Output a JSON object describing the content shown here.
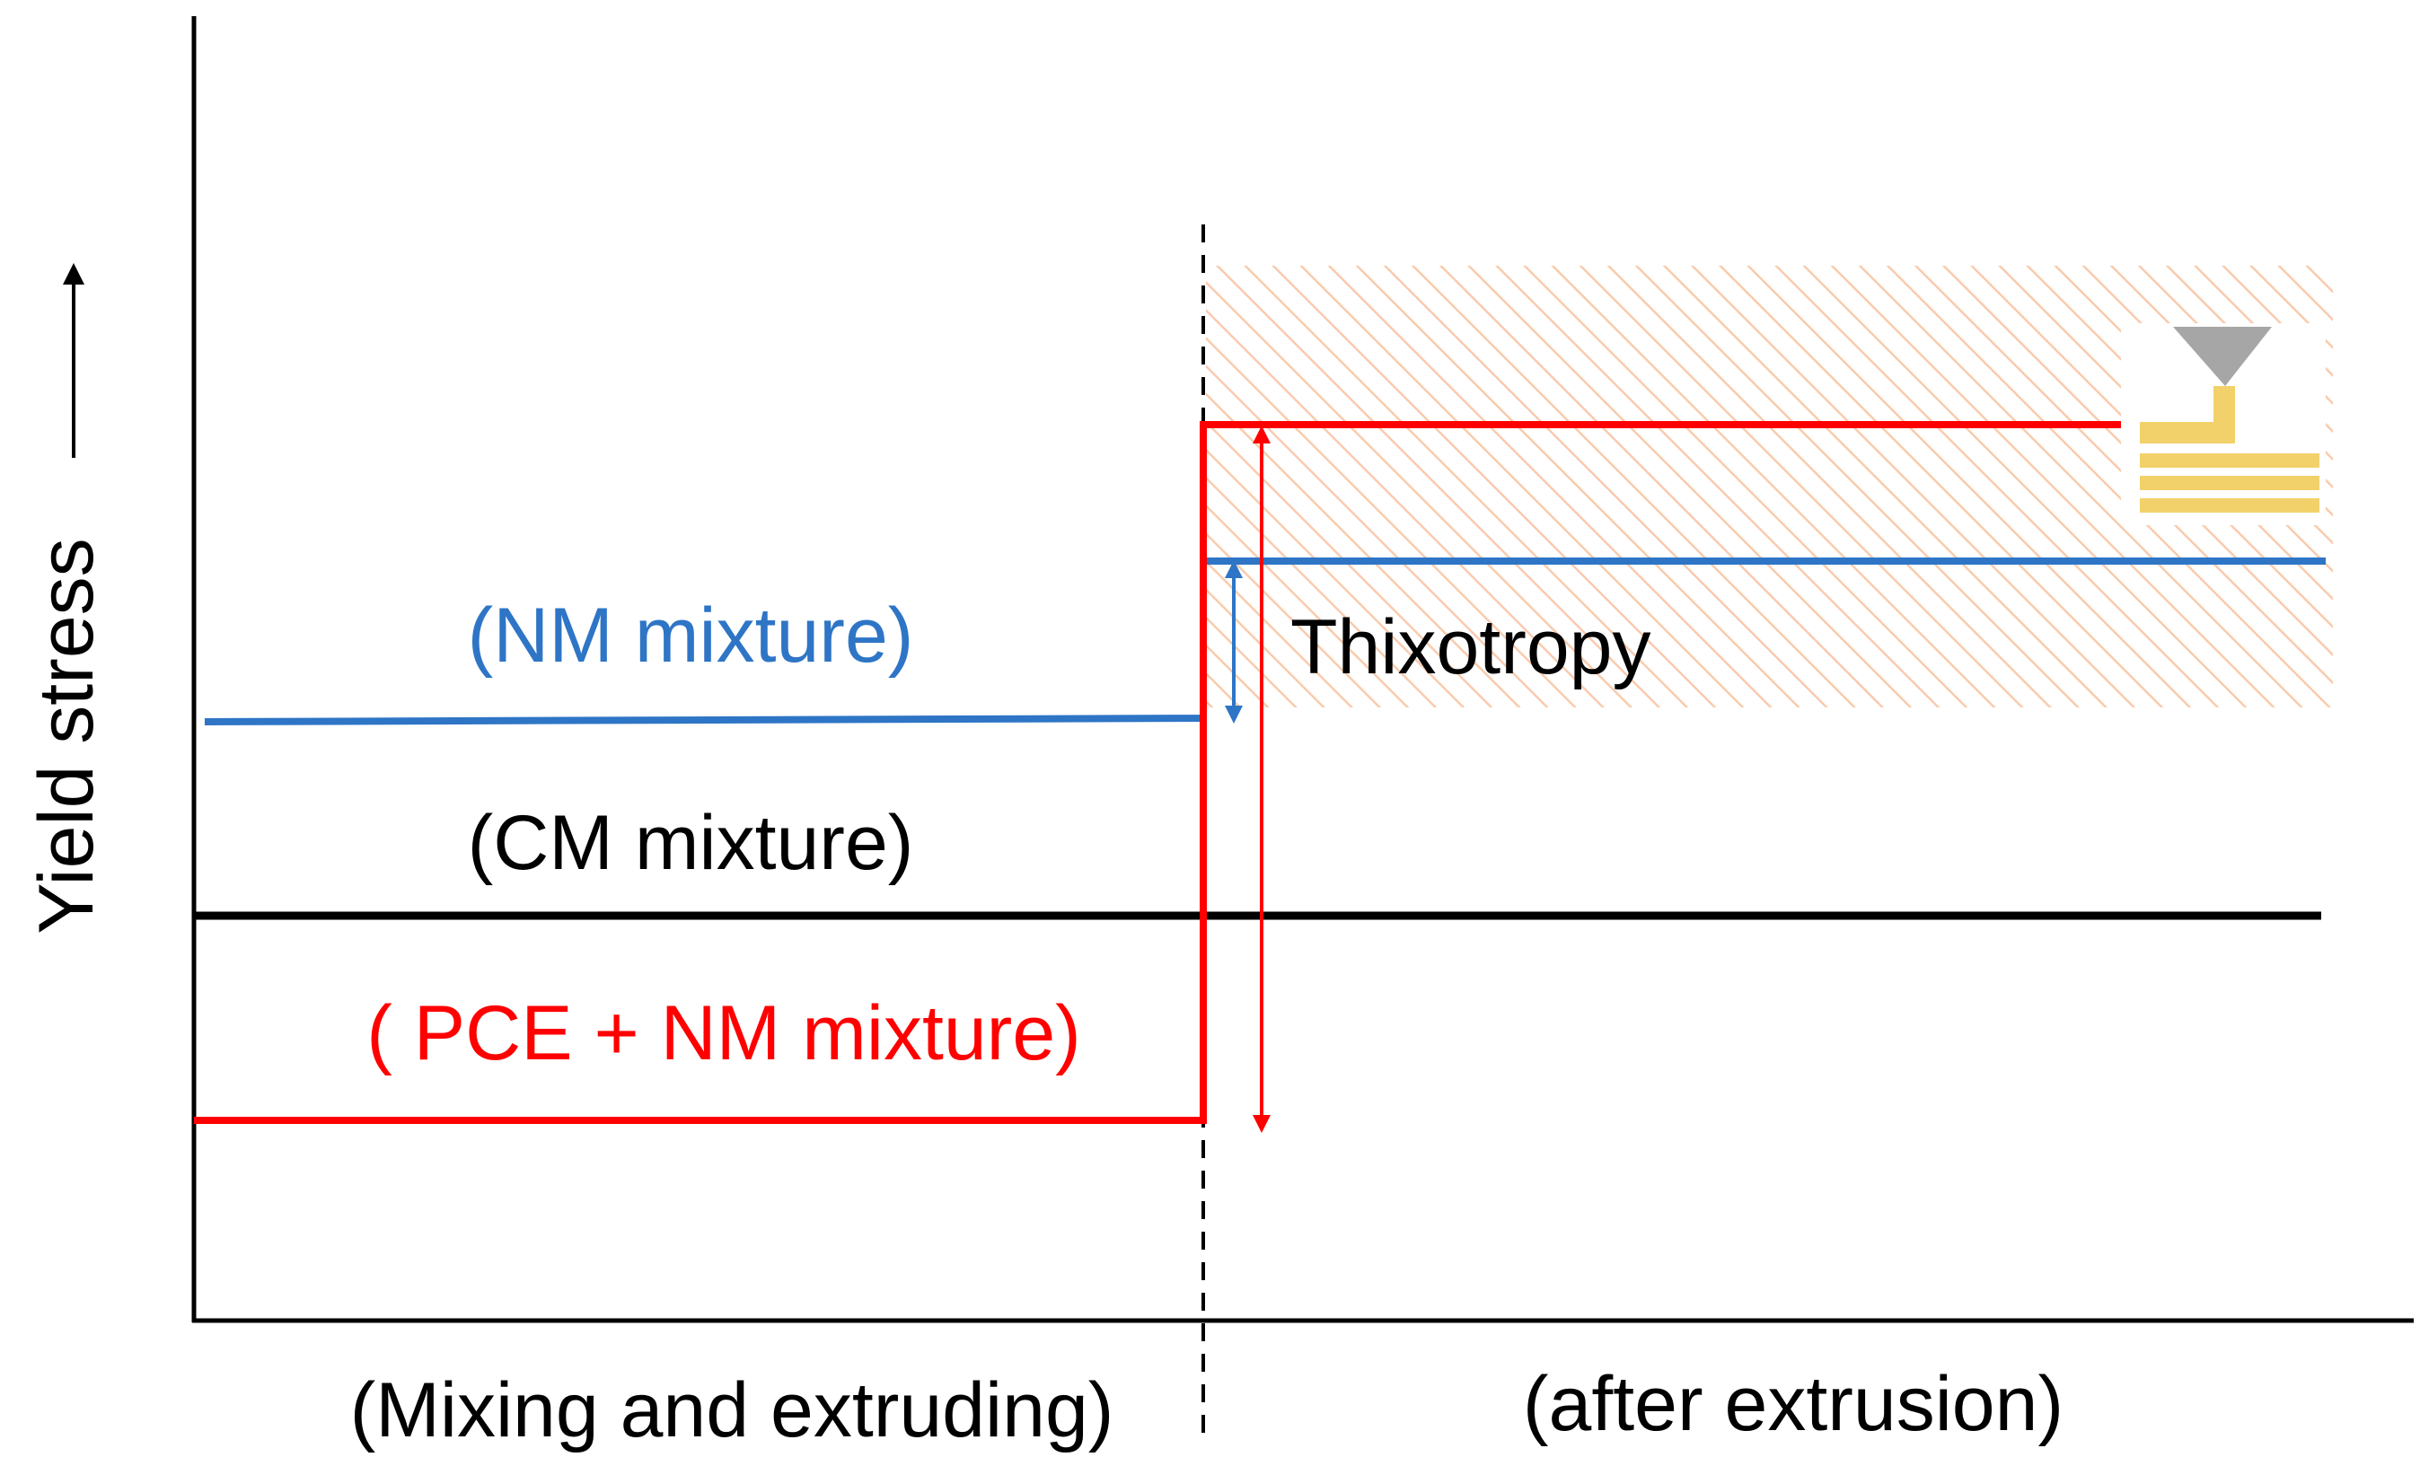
{
  "y_axis_label": "Yield stress",
  "x_phase_labels": {
    "left": "(Mixing and extruding)",
    "right": "(after extrusion)"
  },
  "series_labels": {
    "nm": "(NM mixture)",
    "cm": "(CM mixture)",
    "pce_nm": "( PCE + NM mixture)"
  },
  "annotation": "Thixotropy",
  "colors": {
    "nm": "#2e75c6",
    "cm": "#000000",
    "pce_nm": "#ff0000",
    "hatch_region": "#f8cbad",
    "printer_nozzle": "#a6a6a6",
    "printed_layers": "#f2d16b"
  },
  "icons": {
    "printer": "3d-printer-nozzle-icon"
  }
}
